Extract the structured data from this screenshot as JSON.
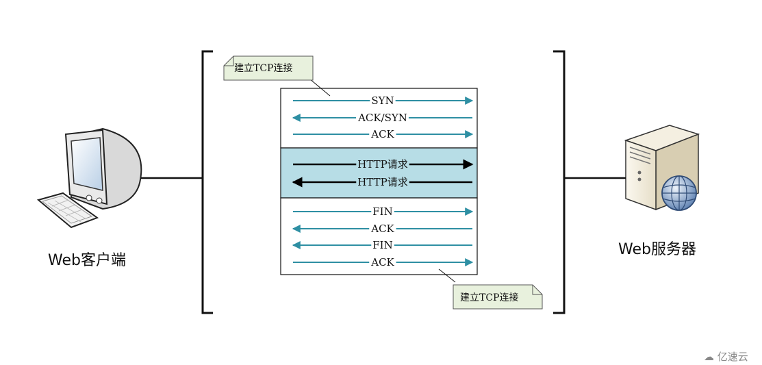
{
  "client": {
    "label": "Web客户端"
  },
  "server": {
    "label": "Web服务器"
  },
  "notes": {
    "top": "建立TCP连接",
    "bottom": "建立TCP连接"
  },
  "handshake": [
    {
      "label": "SYN",
      "direction": "right"
    },
    {
      "label": "ACK/SYN",
      "direction": "left"
    },
    {
      "label": "ACK",
      "direction": "right"
    }
  ],
  "http": [
    {
      "label": "HTTP请求",
      "direction": "right"
    },
    {
      "label": "HTTP请求",
      "direction": "left"
    }
  ],
  "teardown": [
    {
      "label": "FIN",
      "direction": "right"
    },
    {
      "label": "ACK",
      "direction": "left"
    },
    {
      "label": "FIN",
      "direction": "left"
    },
    {
      "label": "ACK",
      "direction": "right"
    }
  ],
  "watermark": "亿速云",
  "colors": {
    "teal": "#2e8fa3",
    "http_fill": "#b7dde6",
    "note_fill": "#e8f1dd"
  }
}
